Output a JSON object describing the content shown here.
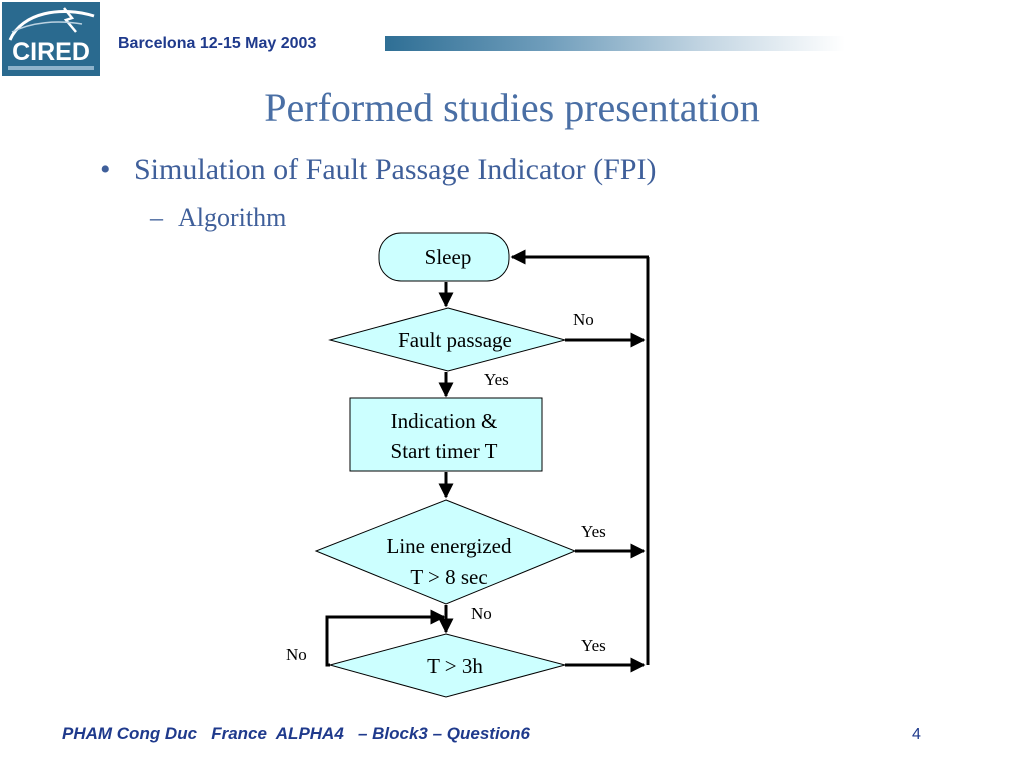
{
  "header": {
    "logo_text": "CIRED",
    "event": "Barcelona  12-15 May 2003"
  },
  "slide": {
    "title": "Performed studies presentation",
    "bullet": "Simulation of Fault Passage Indicator (FPI)",
    "subbullet": "Algorithm"
  },
  "flowchart": {
    "nodes": {
      "sleep": "Sleep",
      "fault_passage": "Fault passage",
      "indication_line1": "Indication &",
      "indication_line2": "Start timer T",
      "line_energized_line1": "Line energized",
      "line_energized_line2": "T > 8 sec",
      "timer_3h": "T > 3h"
    },
    "edges": {
      "fault_no": "No",
      "fault_yes": "Yes",
      "energized_yes": "Yes",
      "energized_no": "No",
      "timer_no": "No",
      "timer_yes": "Yes"
    },
    "colors": {
      "fill": "#ccffff",
      "stroke": "#000000"
    }
  },
  "footer": {
    "author": "PHAM Cong Duc   France  ALPHA4   – Block3 – Question6",
    "page": "4"
  },
  "colors": {
    "brand": "#1f3a8c",
    "title": "#4a6fa5"
  }
}
